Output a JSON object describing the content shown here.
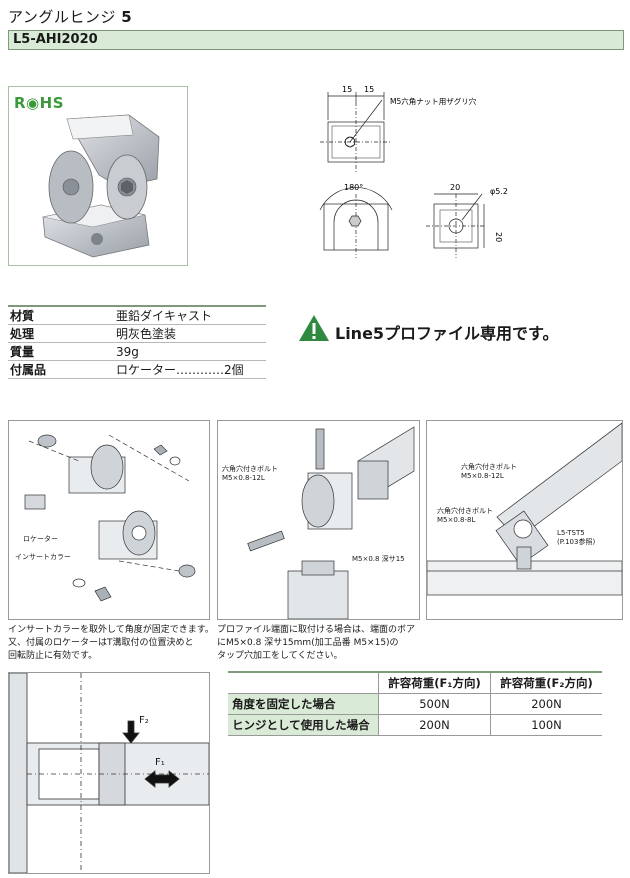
{
  "header": {
    "title": "アングルヒンジ",
    "title_num": "5",
    "code": "L5-AHI2020"
  },
  "rohs": "R◉HS",
  "drawing": {
    "dim_15_left": "15",
    "dim_15_right": "15",
    "nut_hole_label": "M5六角ナット用ザグリ穴",
    "angle_label": "180°",
    "dim_20_top": "20",
    "dim_20_side": "20",
    "dia_label": "φ5.2"
  },
  "specs": [
    {
      "key": "材質",
      "value": "亜鉛ダイキャスト"
    },
    {
      "key": "処理",
      "value": "明灰色塗装"
    },
    {
      "key": "質量",
      "value": "39g"
    },
    {
      "key": "付属品",
      "value": "ロケーター…………2個"
    }
  ],
  "warning": {
    "icon": "warning-triangle-icon",
    "text": "Line5プロファイル専用です。"
  },
  "panel1": {
    "label_locator": "ロケーター",
    "label_collar": "インサートカラー",
    "caption": [
      "インサートカラーを取外して角度が固定できます。",
      "又、付属のロケーターはT溝取付の位置決めと",
      "回転防止に有効です。"
    ]
  },
  "panel2": {
    "bolt_label_1": "六角穴付きボルト",
    "bolt_label_2": "M5×0.8-12L",
    "tap_label": "M5×0.8 深サ15",
    "caption": [
      "プロファイル端面に取付ける場合は、端面のボア",
      "にM5×0.8 深サ15mm(加工品番 M5×15)の",
      "タップ穴加工をしてください。"
    ]
  },
  "panel3": {
    "bolt_a_1": "六角穴付きボルト",
    "bolt_a_2": "M5×0.8-12L",
    "bolt_b_1": "六角穴付きボルト",
    "bolt_b_2": "M5×0.8-8L",
    "part_1": "L5-TST5",
    "part_2": "(P.103参照)"
  },
  "panel4": {
    "f2": "F₂",
    "f1": "F₁"
  },
  "load_table": {
    "headers": [
      "",
      "許容荷重(F₁方向)",
      "許容荷重(F₂方向)"
    ],
    "rows": [
      {
        "label": "角度を固定した場合",
        "f1": "500N",
        "f2": "200N"
      },
      {
        "label": "ヒンジとして使用した場合",
        "f1": "200N",
        "f2": "100N"
      }
    ]
  },
  "colors": {
    "accent_green": "#d9ead6",
    "border_green": "#7e9b79",
    "rohs_green": "#3a9a3a"
  }
}
